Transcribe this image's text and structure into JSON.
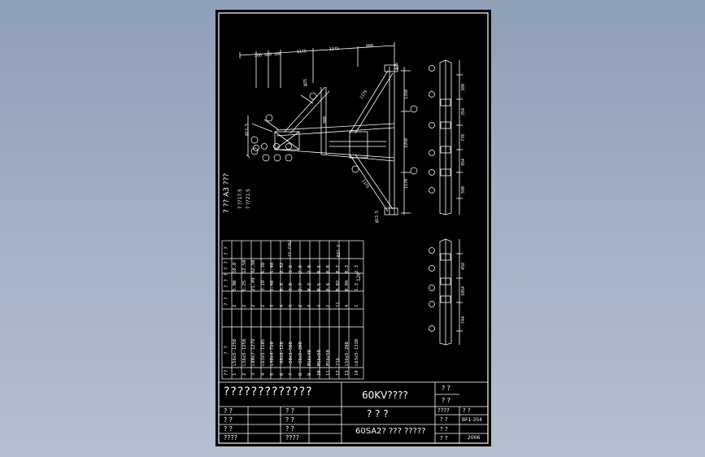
{
  "drawing": {
    "title_block": {
      "company": "?????????????",
      "project": "60KV????",
      "sheet_title_placeholder": "? ? ?",
      "drawing_name": "60SA2? ??? ?????",
      "drawing_no": "BF1-354",
      "date": "2006",
      "small_cells": [
        "? ?",
        "? ?",
        "????",
        "? ?",
        "? ?",
        "? ?",
        "? ?",
        "????"
      ],
      "row_labels": [
        "? ?",
        "? ?",
        "? ?",
        "????"
      ]
    },
    "legend": {
      "heading": "? ?? A3 ???",
      "items": [
        "? ??17.5",
        "? ??21.5"
      ]
    },
    "material_table": {
      "header": [
        "??",
        "? ?",
        "? ?",
        "? ? ?",
        "? ?",
        "? ? ?",
        "? ?"
      ],
      "rows": [
        [
          "1",
          "L56x5-1258",
          "2",
          "5.00",
          "10.8"
        ],
        [
          "2",
          "L56x5-1258",
          "2",
          "5.25",
          "12.50"
        ],
        [
          "3",
          "L80x7-1279",
          "2",
          "21.49",
          "42.98"
        ],
        [
          "4",
          "L63x5-1585",
          "2",
          "3.19",
          "6.38"
        ],
        [
          "5",
          "L40x4-720",
          "3",
          "1.46",
          "1.48"
        ],
        [
          "6",
          "-60x6-120",
          "4",
          "0.9",
          "2.52"
        ],
        [
          "7",
          "-50x3-500",
          "9",
          "3.8",
          "3.8"
        ],
        [
          "8",
          "-56x5-200",
          "2",
          "2.3",
          "2.0"
        ],
        [
          "9",
          "M16x40",
          "4",
          "0.2",
          "2.0"
        ],
        [
          "10",
          "M16x50",
          "4",
          "0.5",
          "0.5"
        ],
        [
          "11",
          "M16x50",
          "2",
          "0.4",
          "0.8"
        ],
        [
          "12",
          "?16",
          "11",
          "0.02",
          "0.2"
        ],
        [
          "13",
          "L56x5-280",
          "4",
          "0.09",
          "0.3"
        ],
        [
          "14",
          "L63x5-1320",
          "1",
          "1.2",
          "2.3"
        ]
      ],
      "total": "120",
      "total_label": "?????",
      "note": "?? ??52",
      "col_notes": [
        "BZ?-7",
        "?"
      ]
    },
    "dimensions": {
      "top_chain": [
        "300",
        "300",
        "300",
        "1175",
        "900",
        "1175"
      ],
      "vertical_main": [
        "1350",
        "1950",
        "900",
        "1570",
        "1175",
        "1175"
      ],
      "right_top": [
        "380",
        "??",
        "354",
        "770",
        "954",
        "590"
      ],
      "right_bottom": [
        "?",
        "458",
        "1054",
        "744"
      ],
      "labels": [
        "@25",
        "@13.5",
        "2??",
        "?18",
        "?22"
      ]
    }
  }
}
